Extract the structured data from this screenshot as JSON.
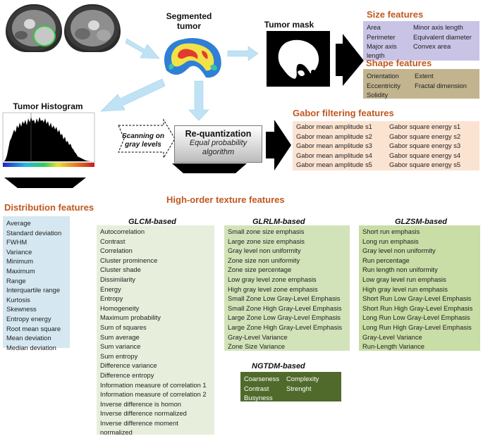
{
  "labels": {
    "segmented_tumor": "Segmented tumor",
    "tumor_mask": "Tumor mask",
    "tumor_histogram": "Tumor Histogram",
    "scanning": "Scanning on gray levels",
    "requant_title": "Re-quantization",
    "requant_sub": "Equal probability algorithm",
    "size_features": "Size features",
    "shape_features": "Shape features",
    "gabor_features": "Gabor filtering features",
    "distribution_features": "Distribution features",
    "high_order": "High-order texture features",
    "glcm": "GLCM-based",
    "glrlm": "GLRLM-based",
    "glzsm": "GLZSM-based",
    "ngtdm": "NGTDM-based"
  },
  "size": {
    "left": [
      "Area",
      "Perimeter",
      "Major axis length"
    ],
    "right": [
      "Minor axis length",
      "Equivalent diameter",
      "Convex area"
    ]
  },
  "shape": {
    "left": [
      "Orientation",
      "Eccentricity",
      "Solidity"
    ],
    "right": [
      "Extent",
      "Fractal dimension"
    ]
  },
  "gabor": {
    "left": [
      "Gabor mean amplitude s1",
      "Gabor mean amplitude s2",
      "Gabor mean amplitude s3",
      "Gabor mean amplitude s4",
      "Gabor mean amplitude s5"
    ],
    "right": [
      "Gabor square energy s1",
      "Gabor square energy s2",
      "Gabor square energy s3",
      "Gabor square energy s4",
      "Gabor square energy s5"
    ]
  },
  "distribution": [
    "Average",
    "Standard deviation",
    "FWHM",
    "Variance",
    "Minimum",
    "Maximum",
    "Range",
    "Interquartile range",
    "Kurtosis",
    "Skewness",
    "Entropy energy",
    "Root mean square",
    "Mean deviation",
    "Median deviation"
  ],
  "glcm": [
    "Autocorrelation",
    "Contrast",
    "Correlation",
    "Cluster prominence",
    "Cluster shade",
    "Dissimilarity",
    "Energy",
    "Entropy",
    "Homogeneity",
    "Maximum probability",
    "Sum of squares",
    "Sum average",
    "Sum variance",
    "Sum entropy",
    "Difference variance",
    "Difference entropy",
    "Information measure of correlation 1",
    "Information measure of correlation 2",
    "Inverse difference is homon",
    "Inverse difference normalized",
    "Inverse difference moment normalized"
  ],
  "glrlm": [
    "Small zone size emphasis",
    "Large zone size emphasis",
    "Gray level non uniformity",
    "Zone size non uniformity",
    "Zone size percentage",
    "Low gray level zone emphasis",
    "High gray level zone emphasis",
    "Small Zone Low Gray-Level Emphasis",
    "Small Zone High Gray-Level Emphasis",
    "Large Zone Low Gray-Level Emphasis",
    "Large Zone High Gray-Level Emphasis",
    "Gray-Level Variance",
    "Zone Size Variance"
  ],
  "glzsm": [
    "Short run emphasis",
    "Long run emphasis",
    "Gray level non uniformity",
    "Run percentage",
    "Run length non uniformity",
    "Low gray level run emphasis",
    "High gray level run emphasis",
    "Short Run Low Gray-Level Emphasis",
    "Short Run High Gray-Level Emphasis",
    "Long Run Low Gray-Level Emphasis",
    "Long Run High Gray-Level Emphasis",
    "Gray-Level Variance",
    "Run-Length Variance"
  ],
  "ngtdm": {
    "left": [
      "Coarseness",
      "Contrast",
      "Busyness"
    ],
    "right": [
      "Complexity",
      "Strenght"
    ]
  },
  "colors": {
    "size_bg": "#c9c3e6",
    "shape_bg": "#c2b48f",
    "gabor_bg": "#fbe3d2",
    "distribution_bg": "#d5e8f1",
    "glcm_bg": "#e7efdc",
    "glrlm_bg": "#d3e3b9",
    "glzsm_bg": "#c9dda6",
    "ngtdm_bg": "#4f6a2b",
    "accent_orange": "#c0581f",
    "arrow_light": "#bfe3f4"
  }
}
